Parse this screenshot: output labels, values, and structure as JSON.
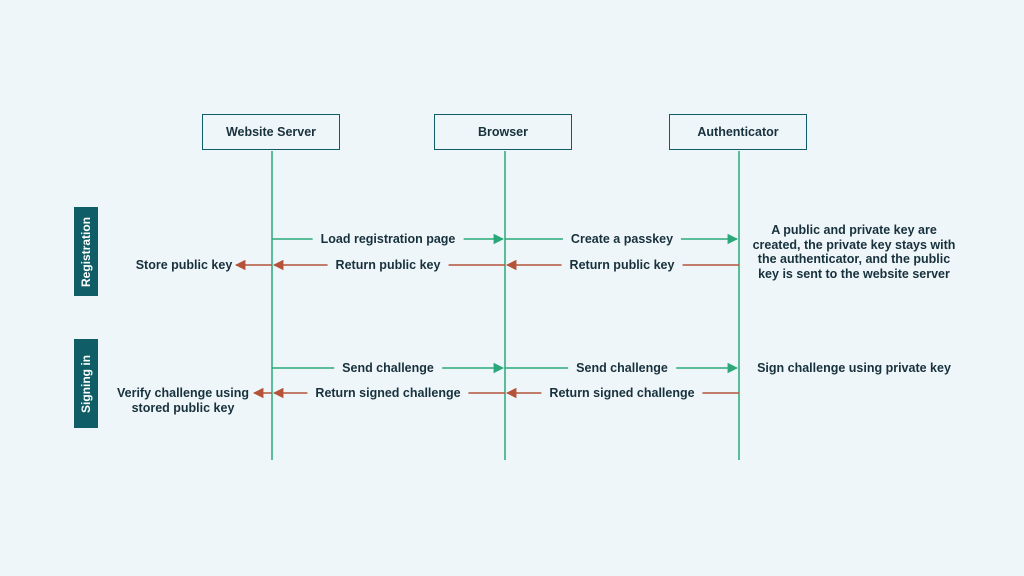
{
  "actors": {
    "server": "Website Server",
    "browser": "Browser",
    "authenticator": "Authenticator"
  },
  "sections": {
    "registration": "Registration",
    "signing_in": "Signing in"
  },
  "registration": {
    "load_page": "Load registration page",
    "create_passkey": "Create a passkey",
    "return_key_browser": "Return public key",
    "return_key_server": "Return public key",
    "store_key": "Store public key",
    "auth_note": "A public and private key are created, the private key stays with the authenticator, and the public key is sent to the website server"
  },
  "signing": {
    "send_challenge_server": "Send challenge",
    "send_challenge_browser": "Send challenge",
    "return_signed_browser": "Return signed challenge",
    "return_signed_server": "Return signed challenge",
    "verify": "Verify challenge using stored public key",
    "sign_note": "Sign challenge using private key"
  },
  "colors": {
    "teal": "#0f5d66",
    "green_arrow": "#2aa87a",
    "red_arrow": "#b4533a",
    "background": "#eff6f9"
  }
}
